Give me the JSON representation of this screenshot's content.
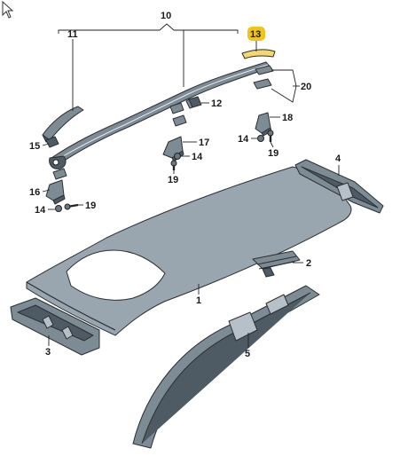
{
  "labels": {
    "p1": "1",
    "p2": "2",
    "p3": "3",
    "p4": "4",
    "p5": "5",
    "p10": "10",
    "p11": "11",
    "p12": "12",
    "p13": "13",
    "p14a": "14",
    "p14b": "14",
    "p14c": "14",
    "p15": "15",
    "p16": "16",
    "p17": "17",
    "p18": "18",
    "p19a": "19",
    "p19b": "19",
    "p19c": "19",
    "p20": "20"
  },
  "colors": {
    "highlight": "#f0c419",
    "highlight_part": "#f5d76e"
  }
}
